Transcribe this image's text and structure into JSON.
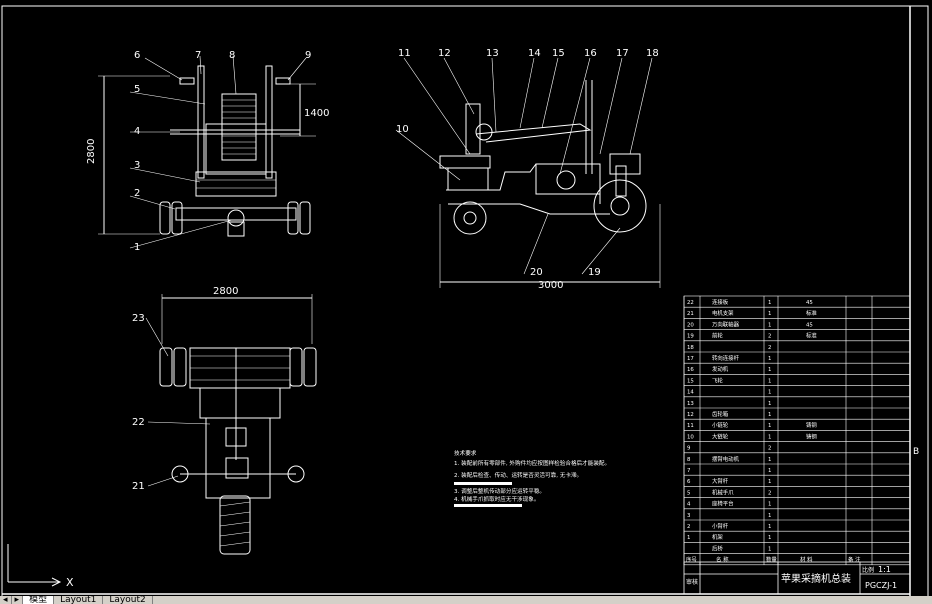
{
  "callouts_top_left": [
    "6",
    "7",
    "8",
    "9",
    "5",
    "4",
    "3",
    "2",
    "1"
  ],
  "callouts_top_right": [
    "11",
    "12",
    "13",
    "14",
    "15",
    "16",
    "17",
    "18",
    "10",
    "20",
    "19"
  ],
  "callouts_bottom": [
    "23",
    "22",
    "21"
  ],
  "dims": {
    "height_2800": "2800",
    "dim_1400": "1400",
    "width_3000": "3000",
    "width_2800": "2800"
  },
  "notes": {
    "title": "技术要求",
    "lines": [
      "1. 装配前所有零部件, 外购件均应按图样检验合格后才能装配。",
      "2. 装配后检查、传动、运转是否灵活可靠, 无卡滞。",
      "3. 调整后整机传动部分应运转平稳。",
      "4. 机械手爪抓取时应无干涉现象。"
    ]
  },
  "bom_header": [
    "序号",
    "名  称",
    "数量",
    "材  料",
    "备  注"
  ],
  "bom": [
    {
      "no": "22",
      "name": "连接板",
      "qty": "1",
      "mat": "45",
      "note": ""
    },
    {
      "no": "21",
      "name": "电机支架",
      "qty": "1",
      "mat": "标准",
      "note": ""
    },
    {
      "no": "20",
      "name": "万向联轴器",
      "qty": "1",
      "mat": "45",
      "note": ""
    },
    {
      "no": "19",
      "name": "前轮",
      "qty": "2",
      "mat": "标准",
      "note": ""
    },
    {
      "no": "18",
      "name": "",
      "qty": "2",
      "mat": "",
      "note": ""
    },
    {
      "no": "17",
      "name": "转向连接杆",
      "qty": "1",
      "mat": "",
      "note": ""
    },
    {
      "no": "16",
      "name": "发动机",
      "qty": "1",
      "mat": "",
      "note": ""
    },
    {
      "no": "15",
      "name": "飞轮",
      "qty": "1",
      "mat": "",
      "note": ""
    },
    {
      "no": "14",
      "name": "",
      "qty": "1",
      "mat": "",
      "note": ""
    },
    {
      "no": "13",
      "name": "",
      "qty": "1",
      "mat": "",
      "note": ""
    },
    {
      "no": "12",
      "name": "齿轮箱",
      "qty": "1",
      "mat": "",
      "note": ""
    },
    {
      "no": "11",
      "name": "小链轮",
      "qty": "1",
      "mat": "铸钢",
      "note": ""
    },
    {
      "no": "10",
      "name": "大链轮",
      "qty": "1",
      "mat": "铸钢",
      "note": ""
    },
    {
      "no": "9",
      "name": "",
      "qty": "2",
      "mat": "",
      "note": ""
    },
    {
      "no": "8",
      "name": "摆臂电动机",
      "qty": "1",
      "mat": "",
      "note": ""
    },
    {
      "no": "7",
      "name": "",
      "qty": "1",
      "mat": "",
      "note": ""
    },
    {
      "no": "6",
      "name": "大臂杆",
      "qty": "1",
      "mat": "",
      "note": ""
    },
    {
      "no": "5",
      "name": "机械手爪",
      "qty": "2",
      "mat": "",
      "note": ""
    },
    {
      "no": "4",
      "name": "座椅平台",
      "qty": "1",
      "mat": "",
      "note": ""
    },
    {
      "no": "3",
      "name": "",
      "qty": "1",
      "mat": "",
      "note": ""
    },
    {
      "no": "2",
      "name": "小臂杆",
      "qty": "1",
      "mat": "",
      "note": ""
    },
    {
      "no": "1",
      "name": "机架",
      "qty": "1",
      "mat": "",
      "note": ""
    },
    {
      "no": "",
      "name": "后桥",
      "qty": "1",
      "mat": "",
      "note": ""
    }
  ],
  "title_block": {
    "drawing_title": "苹果采摘机总装",
    "scale_label": "比例",
    "scale": "1:1",
    "code": "PGCZJ-1",
    "review_label": "审核"
  },
  "zone_letter": "B",
  "ucs_label": "X",
  "tabs": [
    "模型",
    "Layout1",
    "Layout2"
  ]
}
